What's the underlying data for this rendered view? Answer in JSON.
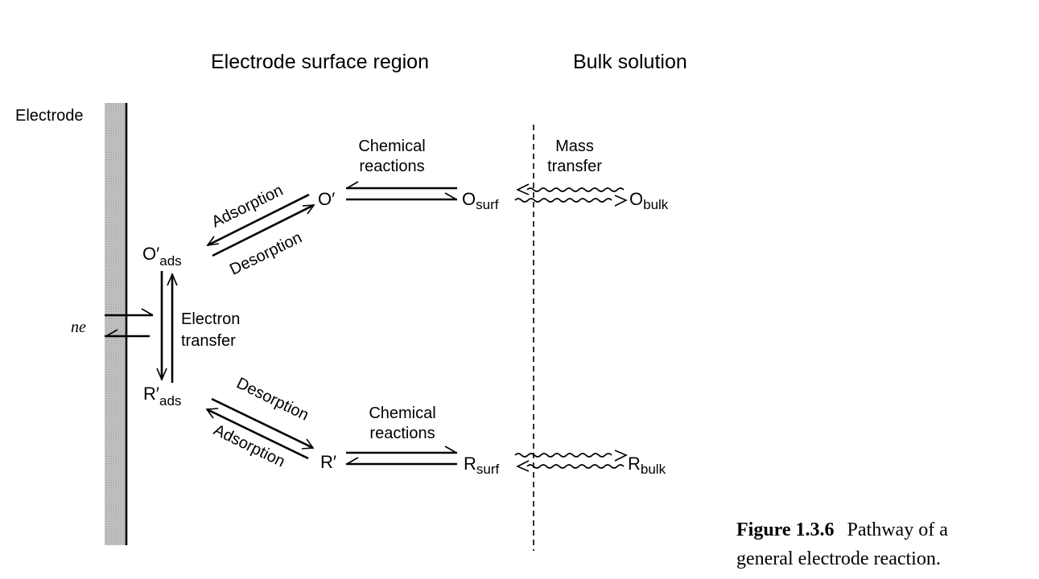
{
  "headers": {
    "surface_region": "Electrode surface region",
    "bulk_solution": "Bulk solution"
  },
  "electrode": {
    "label": "Electrode",
    "electrons": "ne",
    "fill": "#b9b9b9"
  },
  "species": {
    "o_prime": "O′",
    "o_surf": "O",
    "o_surf_sub": "surf",
    "o_bulk": "O",
    "o_bulk_sub": "bulk",
    "o_ads": "O′",
    "o_ads_sub": "ads",
    "r_ads": "R′",
    "r_ads_sub": "ads",
    "r_prime": "R′",
    "r_surf": "R",
    "r_surf_sub": "surf",
    "r_bulk": "R",
    "r_bulk_sub": "bulk"
  },
  "processes": {
    "chemical_top_1": "Chemical",
    "chemical_top_2": "reactions",
    "mass_1": "Mass",
    "mass_2": "transfer",
    "adsorption_top": "Adsorption",
    "desorption_top": "Desorption",
    "electron_1": "Electron",
    "electron_2": "transfer",
    "desorption_bottom": "Desorption",
    "adsorption_bottom": "Adsorption",
    "chemical_bottom_1": "Chemical",
    "chemical_bottom_2": "reactions"
  },
  "caption": {
    "label": "Figure 1.3.6",
    "text_line1": "Pathway of a",
    "text_line2": "general electrode reaction."
  }
}
